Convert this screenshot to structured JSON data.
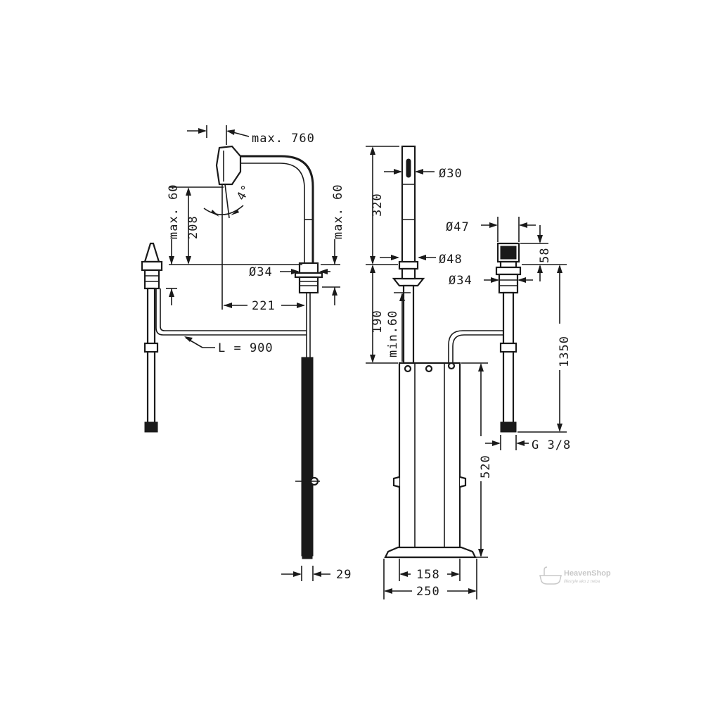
{
  "dimensions": {
    "max_760": "max. 760",
    "max_60_left": "max. 60",
    "d208": "208",
    "angle_4": "4°",
    "max_60_right": "max. 60",
    "dia34_left": "Ø34",
    "d221": "221",
    "L900": "L = 900",
    "d29": "29",
    "d320": "320",
    "dia30": "Ø30",
    "dia47": "Ø47",
    "dia48": "Ø48",
    "d58": "58",
    "dia34_right": "Ø34",
    "d190": "190",
    "min60": "min.60",
    "d1350": "1350",
    "d520": "520",
    "g38": "G 3/8",
    "d158": "158",
    "d250": "250"
  },
  "watermark": {
    "name": "HeavenShop",
    "tagline": "lifestyle ako z neba"
  },
  "colors": {
    "line": "#1a1a1a",
    "background": "#ffffff",
    "watermark": "#c8c8c8"
  }
}
